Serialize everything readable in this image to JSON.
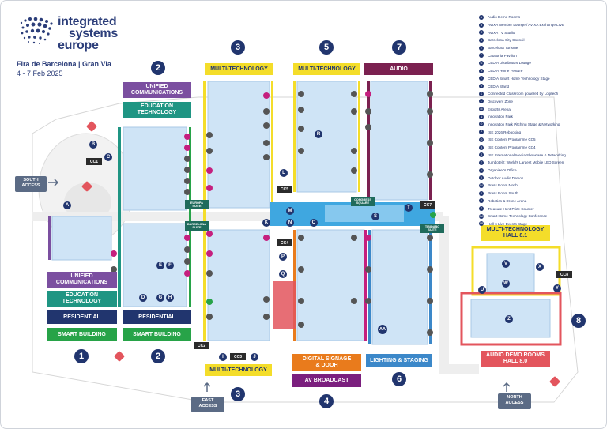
{
  "brand": {
    "line1": "integrated",
    "line2": "systems",
    "line3": "europe"
  },
  "venue": "Fira de Barcelona | Gran Via",
  "dates": "4 - 7 Feb 2025",
  "halls": {
    "h1": "1",
    "h2": "2",
    "h3": "3",
    "h4": "4",
    "h5": "5",
    "h6": "6",
    "h7": "7",
    "h8": "8",
    "multi_3": "MULTI-TECHNOLOGY",
    "multi_5": "MULTI-TECHNOLOGY",
    "audio_7": "AUDIO",
    "multi_3_bottom": "MULTI-TECHNOLOGY",
    "multi_81_line1": "MULTI-TECHNOLOGY",
    "multi_81_line2": "HALL 8.1",
    "audio_demo_line1": "AUDIO DEMO ROOMS",
    "audio_demo_line2": "HALL 8.0",
    "uc_top_line1": "UNIFIED",
    "uc_top_line2": "COMMUNICATIONS",
    "edu_top_line1": "EDUCATION",
    "edu_top_line2": "TECHNOLOGY",
    "uc_left_line1": "UNIFIED",
    "uc_left_line2": "COMMUNICATIONS",
    "edu_left_line1": "EDUCATION",
    "edu_left_line2": "TECHNOLOGY",
    "res_left": "RESIDENTIAL",
    "smart_left": "SMART BUILDING",
    "res_right": "RESIDENTIAL",
    "smart_right": "SMART BUILDING",
    "digital_line1": "DIGITAL SIGNAGE",
    "digital_line2": "& DOOH",
    "av_broadcast": "AV BROADCAST",
    "lighting": "LIGHTING & STAGING"
  },
  "entrances": {
    "south_line1": "SOUTH",
    "south_line2": "ACCESS",
    "east_line1": "EAST",
    "east_line2": "ACCESS",
    "north_line1": "NORTH",
    "north_line2": "ACCESS"
  },
  "small_labels": {
    "europa_line1": "EUROPA",
    "europa_line2": "SUITE",
    "barcelona_line1": "BARCELONA",
    "barcelona_line2": "SUITE",
    "congress_line1": "CONGRESS",
    "congress_line2": "SQUARE",
    "tibidabo_line1": "TIBIDABO",
    "tibidabo_line2": "SUITE",
    "cc1": "CC1",
    "cc2": "CC2",
    "cc3": "CC3",
    "cc4": "CC4",
    "cc5": "CC5",
    "cc7": "CC7",
    "cc8": "CC8"
  },
  "letters": {
    "A": "A",
    "B": "B",
    "C": "C",
    "D": "D",
    "E": "E",
    "F": "F",
    "G": "G",
    "H": "H",
    "I": "I",
    "J": "J",
    "K": "K",
    "L": "L",
    "M": "M",
    "N": "N",
    "O": "O",
    "P": "P",
    "Q": "Q",
    "R": "R",
    "S": "S",
    "T": "T",
    "U": "U",
    "V": "V",
    "W": "W",
    "X": "X",
    "Y": "Y",
    "Z": "Z",
    "AA": "AA"
  },
  "legend": [
    {
      "key": "A",
      "label": "Audio Demo Rooms"
    },
    {
      "key": "B",
      "label": "AVIXA Member Lounge / AVIXA Exchange LIVE"
    },
    {
      "key": "C",
      "label": "AVIXA TV Studio"
    },
    {
      "key": "D",
      "label": "Barcelona City Council"
    },
    {
      "key": "E",
      "label": "Barcelona Turisme"
    },
    {
      "key": "F",
      "label": "Catalonia Pavilion"
    },
    {
      "key": "G",
      "label": "CEDIA Distributors Lounge"
    },
    {
      "key": "H",
      "label": "CEDIA Home Feature"
    },
    {
      "key": "I",
      "label": "CEDIA Smart Home Technology Stage"
    },
    {
      "key": "J",
      "label": "CEDIA Stand"
    },
    {
      "key": "K",
      "label": "Connected Classroom powered by Logitech"
    },
    {
      "key": "L",
      "label": "Discovery Zone"
    },
    {
      "key": "M",
      "label": "Esports Arena"
    },
    {
      "key": "N",
      "label": "Innovation Park"
    },
    {
      "key": "O",
      "label": "Innovation Park Pitching Stage & Networking"
    },
    {
      "key": "P",
      "label": "ISE 2026 Rebooking"
    },
    {
      "key": "Q",
      "label": "ISE Content Programme CC5"
    },
    {
      "key": "R",
      "label": "ISE Content Programme CC4"
    },
    {
      "key": "S",
      "label": "ISE International Media Showcase & Networking"
    },
    {
      "key": "T",
      "label": "Jumbotel2: World's Largest Mobile LED Screen"
    },
    {
      "key": "U",
      "label": "Organiser's Office"
    },
    {
      "key": "V",
      "label": "Outdoor Audio Demos"
    },
    {
      "key": "W",
      "label": "Press Room North"
    },
    {
      "key": "X",
      "label": "Press Room South"
    },
    {
      "key": "Y",
      "label": "Robotics & Drone Arena"
    },
    {
      "key": "Z",
      "label": "Treasure Hunt Prize Counter"
    },
    {
      "key": "AA",
      "label": "Smart Home Technology Conference"
    },
    {
      "key": "AB",
      "label": "Hall 6 Live Events Stage"
    }
  ],
  "colors": {
    "navy": "#21356e",
    "purple": "#7b4fa0",
    "teal": "#1f9583",
    "green": "#27a348",
    "yellow": "#f4dd2a",
    "orange": "#e97b1c",
    "magenta": "#c51f7e",
    "blue": "#3c88c9",
    "coral": "#e3555d",
    "audio": "#7b2150",
    "hall_fill": "#cfe4f6",
    "hall_line": "#a9c9e5"
  }
}
